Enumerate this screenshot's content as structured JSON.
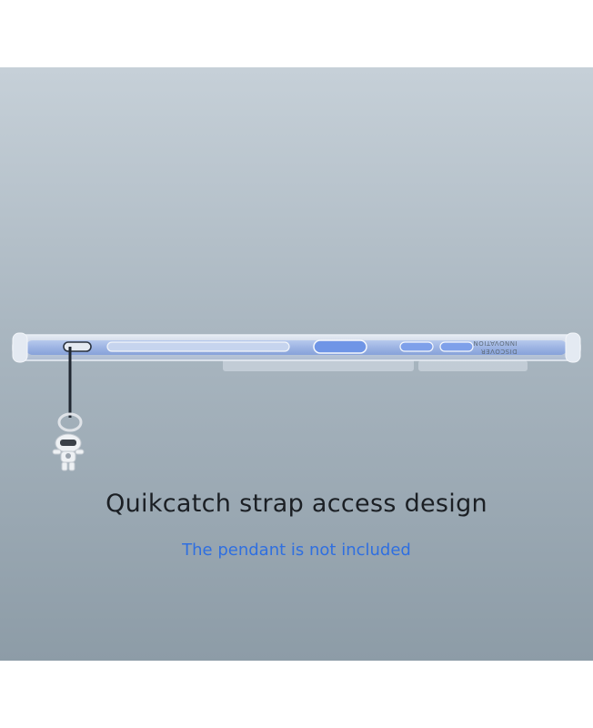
{
  "headline": "Quikcatch strap access design",
  "subline": "The pendant is not included",
  "engraving": {
    "line1": "DISCOVER",
    "line2": "INNOVATION"
  },
  "colors": {
    "background_top": "#c6d0d8",
    "background_bottom": "#8d9ca7",
    "headline": "#1b1f24",
    "subline": "#2f6fe0",
    "case_blue": "#6f95e6"
  }
}
